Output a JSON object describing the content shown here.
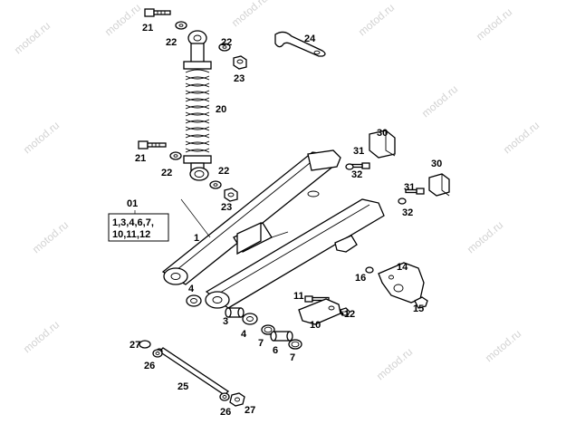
{
  "watermark": "motod.ru",
  "callouts": {
    "n1": "1",
    "n3": "3",
    "n4a": "4",
    "n4b": "4",
    "n6": "6",
    "n7a": "7",
    "n7b": "7",
    "n10": "10",
    "n11": "11",
    "n12": "•12",
    "n14": "14",
    "n15": "15",
    "n16": "16",
    "n20": "20",
    "n21a": "21",
    "n21b": "21",
    "n22a": "22",
    "n22b": "22",
    "n22c": "22",
    "n22d": "22",
    "n23a": "23",
    "n23b": "23",
    "n24": "24",
    "n25": "25",
    "n26a": "26",
    "n26b": "26",
    "n27a": "27",
    "n27b": "27",
    "n30a": "30",
    "n30b": "30",
    "n31a": "31",
    "n31b": "31",
    "n32a": "32",
    "n32b": "32"
  },
  "kit_box": {
    "number": "01",
    "line1": "1,3,4,6,7,",
    "line2": "10,11,12"
  }
}
